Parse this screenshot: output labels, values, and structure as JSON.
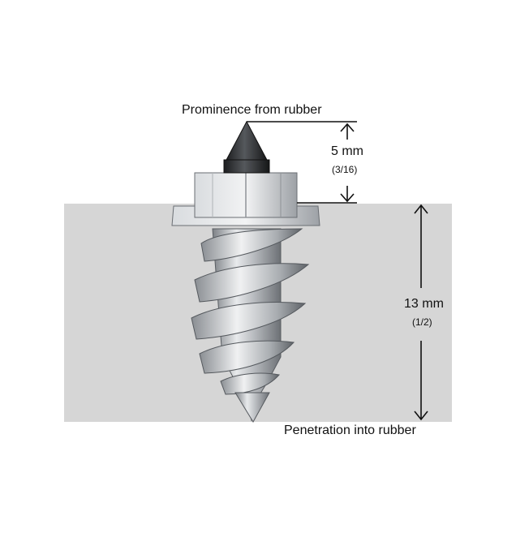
{
  "labels": {
    "prominence": "Prominence from rubber",
    "prominence_value": "5 mm",
    "prominence_inch": "(3/16)",
    "penetration_value": "13 mm",
    "penetration_inch": "(1/2)",
    "penetration": "Penetration into rubber"
  },
  "colors": {
    "rubber": "#d6d6d6",
    "metal_light": "#e4e6e8",
    "metal_mid": "#b4b7bb",
    "metal_dark": "#6f7378",
    "tip": "#2a2b2d",
    "arrow": "#111111"
  }
}
